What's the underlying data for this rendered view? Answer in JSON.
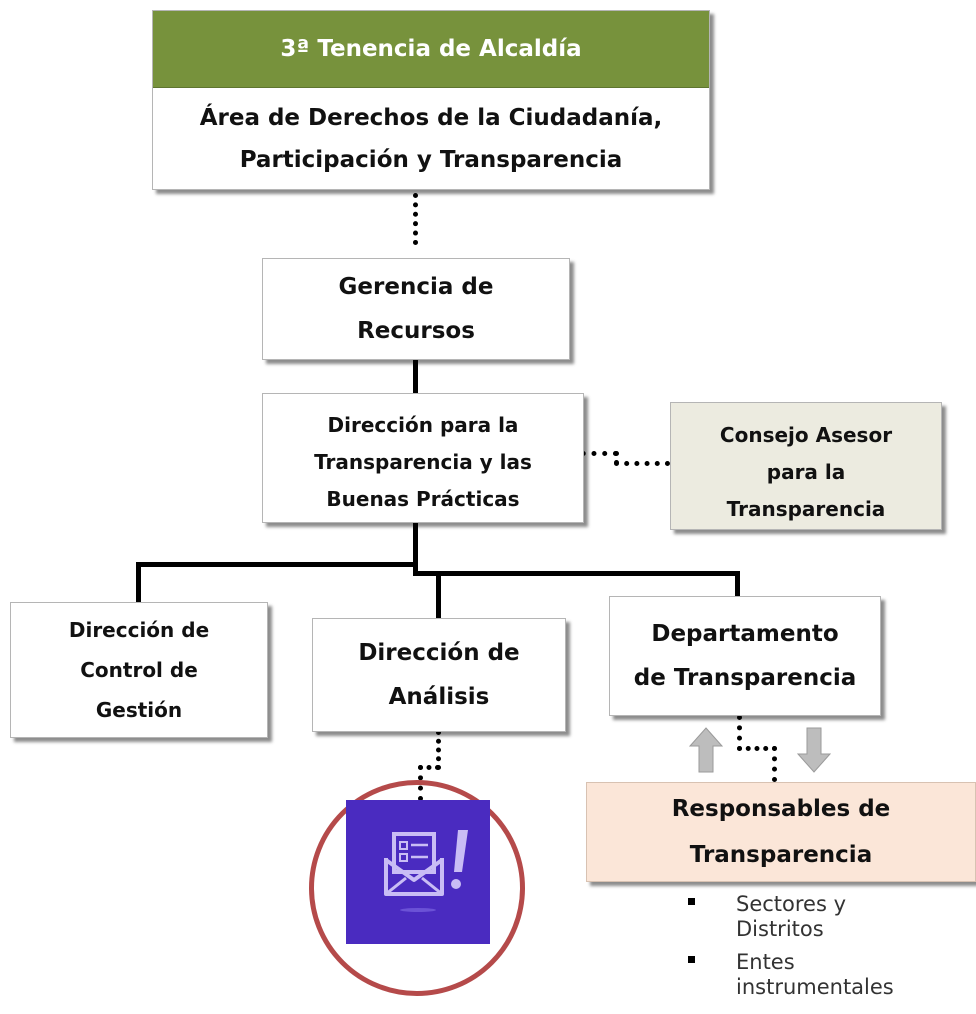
{
  "top": {
    "header": "3ª Tenencia de Alcaldía",
    "line1": "Área de Derechos de la Ciudadanía,",
    "line2": "Participación y Transparencia"
  },
  "gerencia": {
    "line1": "Gerencia de",
    "line2": "Recursos"
  },
  "direccion_transparencia": {
    "line1": "Dirección para la",
    "line2": "Transparencia y las",
    "line3": "Buenas Prácticas"
  },
  "consejo": {
    "line1": "Consejo Asesor",
    "line2": "para la",
    "line3": "Transparencia"
  },
  "control_gestion": {
    "line1": "Dirección de",
    "line2": "Control de",
    "line3": "Gestión"
  },
  "analisis": {
    "line1": "Dirección de",
    "line2": "Análisis"
  },
  "departamento": {
    "line1": "Departamento",
    "line2": "de Transparencia"
  },
  "responsables": {
    "line1": "Responsables de",
    "line2": "Transparencia",
    "items": [
      "Sectores y Distritos",
      "Entes instrumentales"
    ]
  },
  "colors": {
    "header_green": "#77923c",
    "consejo_bg": "#ecebe0",
    "responsables_bg": "#fbe6d8",
    "mailbox_bg": "#4a2bc0",
    "circle_red": "#b54a4a",
    "arrow_gray": "#bdbdbd"
  },
  "icons": [
    "mailbox-complaint-icon",
    "arrow-up-icon",
    "arrow-down-icon",
    "bullet-square-icon"
  ]
}
